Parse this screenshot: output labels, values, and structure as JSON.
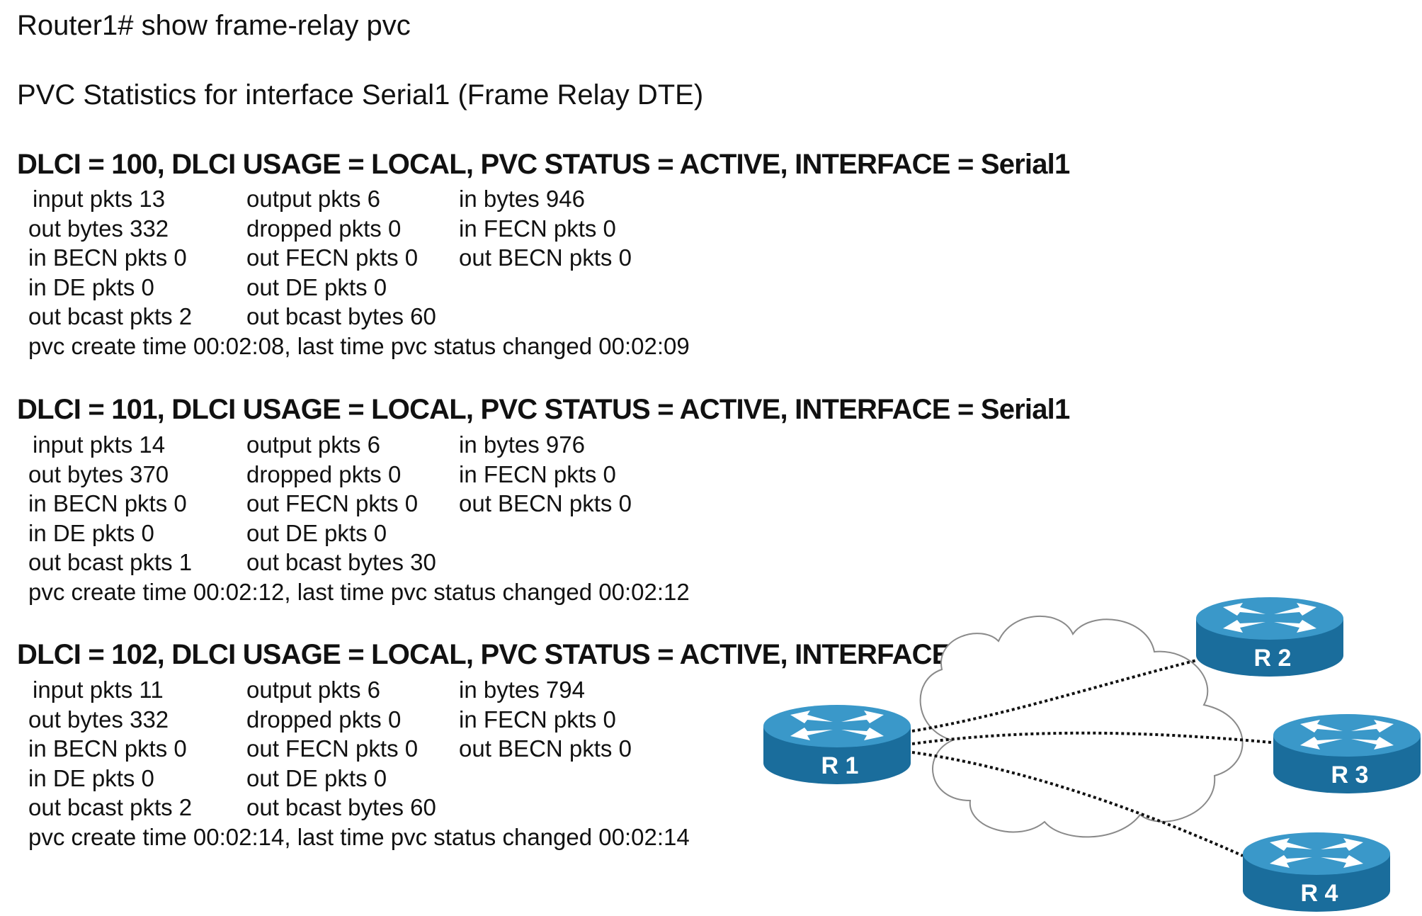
{
  "command": "Router1# show frame-relay pvc",
  "subtitle": "PVC Statistics for interface Serial1 (Frame Relay DTE)",
  "pvcs": [
    {
      "header": "DLCI = 100, DLCI USAGE = LOCAL, PVC STATUS = ACTIVE, INTERFACE = Serial1",
      "rows": [
        [
          "input pkts 13",
          "output pkts 6",
          "in bytes 946"
        ],
        [
          "out bytes 332",
          "dropped pkts 0",
          "in FECN pkts 0"
        ],
        [
          "in BECN pkts 0",
          "out FECN pkts 0",
          "out BECN pkts 0"
        ],
        [
          "in DE pkts 0",
          "out DE pkts 0",
          ""
        ],
        [
          "out bcast pkts 2",
          "out bcast bytes 60",
          ""
        ]
      ],
      "timeline": "pvc create time 00:02:08, last time pvc status changed 00:02:09"
    },
    {
      "header": "DLCI = 101, DLCI USAGE = LOCAL, PVC STATUS = ACTIVE, INTERFACE = Serial1",
      "rows": [
        [
          "input pkts 14",
          "output pkts 6",
          "in bytes 976"
        ],
        [
          "out bytes 370",
          "dropped pkts 0",
          "in FECN pkts 0"
        ],
        [
          "in BECN pkts 0",
          "out FECN pkts 0",
          "out BECN pkts 0"
        ],
        [
          "in DE pkts 0",
          "out DE pkts 0",
          ""
        ],
        [
          "out bcast pkts 1",
          "out bcast bytes 30",
          ""
        ]
      ],
      "timeline": "pvc create time 00:02:12, last time pvc status changed 00:02:12"
    },
    {
      "header": "DLCI = 102, DLCI USAGE = LOCAL, PVC STATUS = ACTIVE, INTERFACE = Serial1",
      "rows": [
        [
          "input pkts 11",
          "output pkts 6",
          "in bytes 794"
        ],
        [
          "out bytes 332",
          "dropped pkts 0",
          "in FECN pkts 0"
        ],
        [
          "in BECN pkts 0",
          "out FECN pkts 0",
          "out BECN pkts 0"
        ],
        [
          "in DE pkts 0",
          "out DE pkts 0",
          ""
        ],
        [
          "out bcast pkts 2",
          "out bcast bytes 60",
          ""
        ]
      ],
      "timeline": "pvc create time 00:02:14, last time pvc status changed 00:02:14"
    }
  ],
  "diagram": {
    "routers": [
      "R 1",
      "R 2",
      "R 3",
      "R 4"
    ],
    "colors": {
      "router_top": "#3a98c9",
      "router_side": "#1a6d9c",
      "router_label": "#ffffff",
      "cloud_stroke": "#8a8a8a",
      "link": "#111111"
    }
  }
}
